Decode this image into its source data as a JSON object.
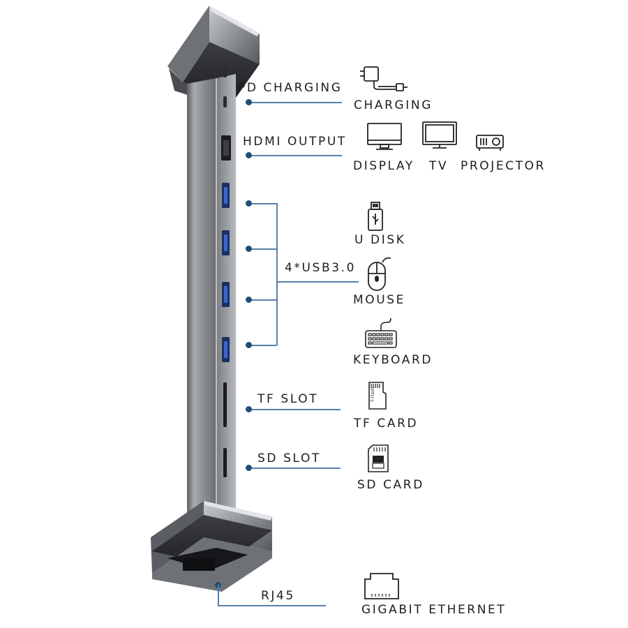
{
  "ports": {
    "pd": "PD CHARGING",
    "hdmi": "HDMI OUTPUT",
    "usb": "4*USB3.0",
    "tf": "TF SLOT",
    "sd": "SD SLOT",
    "rj45": "RJ45"
  },
  "devices": {
    "charging": "CHARGING",
    "display": "DISPLAY",
    "tv": "TV",
    "projector": "PROJECTOR",
    "udisk": "U DISK",
    "mouse": "MOUSE",
    "keyboard": "KEYBOARD",
    "tfcard": "TF CARD",
    "sdcard": "SD CARD",
    "ethernet": "GIGABIT ETHERNET"
  },
  "icons": {
    "charger": "charger-icon",
    "display": "monitor-icon",
    "tv": "tv-icon",
    "projector": "projector-icon",
    "udisk": "usb-drive-icon",
    "mouse": "mouse-icon",
    "keyboard": "keyboard-icon",
    "tfcard": "tf-card-icon",
    "sdcard": "sd-card-icon",
    "ethernet": "ethernet-port-icon"
  },
  "tf_card_print": "T-Flash",
  "colors": {
    "connector_line": "#5a7fa8",
    "connector_dot": "#1f4e79",
    "hub_body": "#8a8d92",
    "text": "#1e1e1e"
  }
}
